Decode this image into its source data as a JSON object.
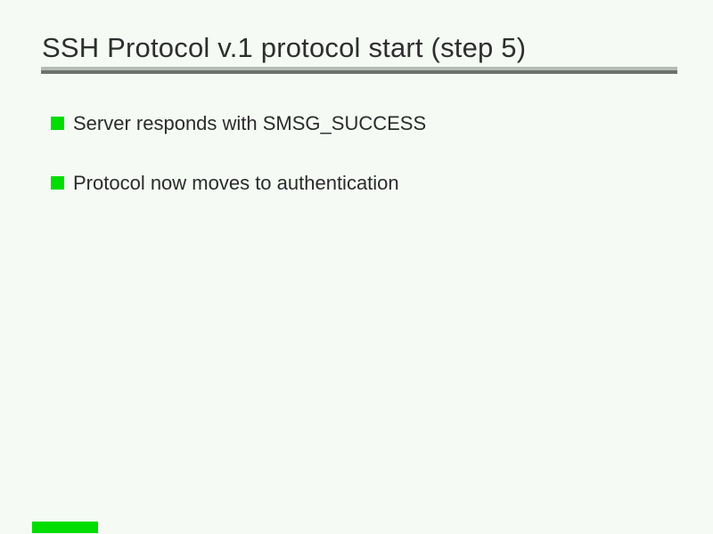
{
  "slide": {
    "title": "SSH Protocol v.1 protocol start (step 5)",
    "bullets": [
      {
        "icon": "green-square-bullet-icon",
        "text": "Server responds with SMSG_SUCCESS"
      },
      {
        "icon": "green-square-bullet-icon",
        "text": "Protocol now moves to authentication"
      }
    ]
  },
  "colors": {
    "background": "#f5faf5",
    "title_text": "#2e2e2e",
    "body_text": "#2b2b2b",
    "bullet_marker": "#00dd00",
    "rule_light": "#b5bbb5",
    "rule_dark": "#6e726e",
    "progress_gauge": "#00dd00"
  }
}
